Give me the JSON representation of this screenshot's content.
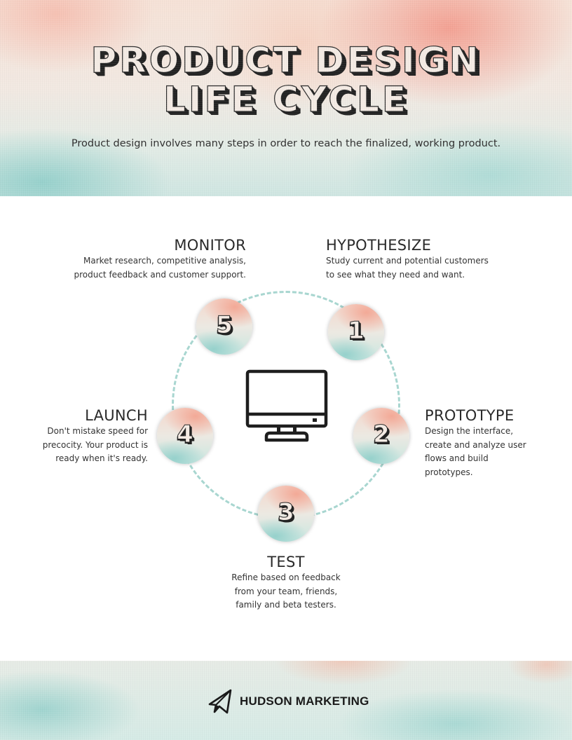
{
  "header": {
    "title_line1": "PRODUCT DESIGN",
    "title_line2": "LIFE CYCLE",
    "subtitle": "Product design involves many steps in order to reach the finalized, working product."
  },
  "diagram": {
    "center_icon": "desktop-monitor-icon",
    "ring_color": "#a8d6d0",
    "steps": [
      {
        "number": "1",
        "title": "HYPOTHESIZE",
        "description_lines": [
          "Study current and potential customers",
          "to see what they need and want."
        ]
      },
      {
        "number": "2",
        "title": "PROTOTYPE",
        "description_lines": [
          "Design the interface,",
          "create and analyze user",
          "flows and build",
          "prototypes."
        ]
      },
      {
        "number": "3",
        "title": "TEST",
        "description_lines": [
          "Refine based on feedback",
          "from your team, friends,",
          "family and beta testers."
        ]
      },
      {
        "number": "4",
        "title": "LAUNCH",
        "description_lines": [
          "Don't mistake speed for",
          "precocity. Your product is",
          "ready when it's ready."
        ]
      },
      {
        "number": "5",
        "title": "MONITOR",
        "description_lines": [
          "Market research, competitive analysis,",
          "product feedback and customer support."
        ]
      }
    ]
  },
  "footer": {
    "logo_icon": "paper-plane-icon",
    "brand_name": "HUDSON MARKETING"
  },
  "colors": {
    "peach": "#f3968a",
    "mint": "#8ccdc8",
    "text_dark": "#2a2a2a"
  }
}
